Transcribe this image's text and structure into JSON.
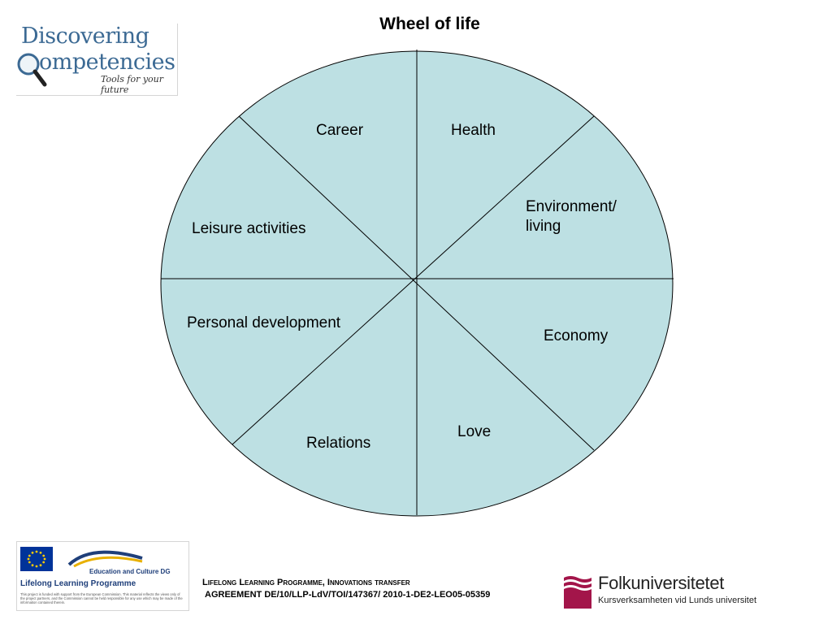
{
  "title": "Wheel of life",
  "logo": {
    "line1": "Discovering",
    "line2": "ompetencies",
    "tagline": "Tools for your future"
  },
  "wheel": {
    "fill": "#bde0e3",
    "stroke": "#000000",
    "segments": [
      {
        "label_line1": "Career",
        "label_line2": ""
      },
      {
        "label_line1": "Health",
        "label_line2": ""
      },
      {
        "label_line1": "Environment/",
        "label_line2": "living"
      },
      {
        "label_line1": "Economy",
        "label_line2": ""
      },
      {
        "label_line1": "Love",
        "label_line2": ""
      },
      {
        "label_line1": "Relations",
        "label_line2": ""
      },
      {
        "label_line1": "Personal development",
        "label_line2": ""
      },
      {
        "label_line1": "Leisure activities",
        "label_line2": ""
      }
    ]
  },
  "footer": {
    "eu": {
      "dg": "Education and Culture DG",
      "programme": "Lifelong Learning Programme",
      "disclaimer": "This project is funded with support from the European Commission. This material reflects the views only of the project partners, and the Commission cannot be held responsible for any use which may be made of the information contained therein."
    },
    "agreement_line1": "Lifelong Learning Programme, Innovations transfer",
    "agreement_line2": "AGREEMENT DE/10/LLP-LdV/TOI/147367/ 2010-1-DE2-LEO05-05359",
    "folk_name": "Folkuniversitetet",
    "folk_sub": "Kursverksamheten vid Lunds universitet",
    "folk_color": "#a3154a"
  }
}
